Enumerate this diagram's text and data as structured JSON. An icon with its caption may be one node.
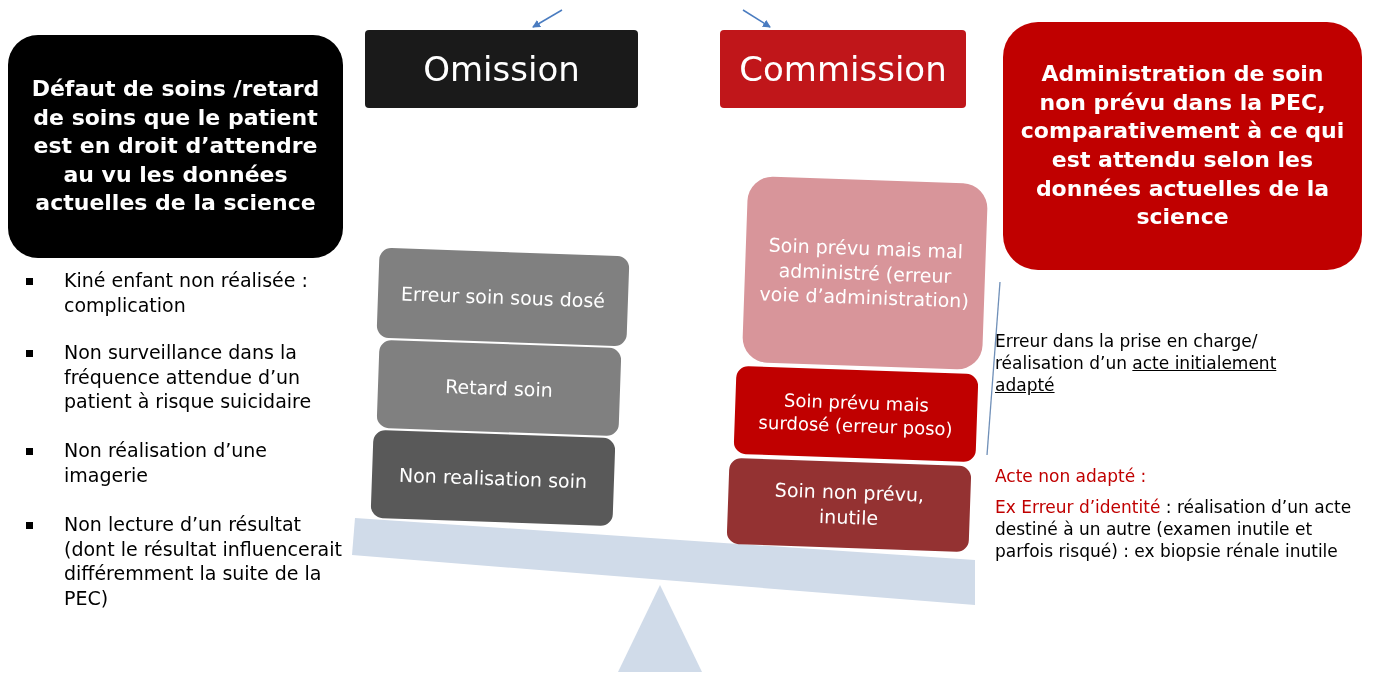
{
  "diagram": {
    "nodes": [
      {
        "text": [
          "Défaut de soins /retard de soins que le patient est en droit d’attendre au vu les données actuelles de la science"
        ]
      },
      {
        "text": [
          "Omission"
        ]
      },
      {
        "text": [
          "Commission"
        ]
      },
      {
        "text": [
          "Administration de soin non prévu dans la PEC, comparativement à ce qui est attendu selon les données actuelles de la science"
        ]
      },
      {
        "text": [
          "Erreur soin sous dosé"
        ]
      },
      {
        "text": [
          "Retard soin"
        ]
      },
      {
        "text": [
          "Non realisation soin"
        ]
      },
      {
        "text": [
          "Soin prévu mais mal administré (erreur voie d’administration)"
        ]
      },
      {
        "text": [
          "Soin prévu mais surdosé (erreur poso)"
        ]
      },
      {
        "text": [
          "Soin non prévu, inutile"
        ]
      }
    ],
    "edges": [
      {
        "from": null,
        "to": 1,
        "arrow": "to"
      },
      {
        "from": null,
        "to": 2,
        "arrow": "to"
      }
    ],
    "labels": [
      "Kiné enfant non réalisée : complication",
      "Non surveillance dans la fréquence attendue d’un patient à risque suicidaire",
      "Non réalisation d’une imagerie",
      "Non lecture d’un résultat (dont le résultat influencerait différemment la suite de la PEC)",
      "Erreur dans la prise en charge/ réalisation d’un",
      "acte initialement adapté",
      "Acte non adapté :",
      "Ex Erreur d’identité",
      ": réalisation d’un acte destiné à un autre (examen inutile et parfois risqué) : ex biopsie rénale inutile"
    ]
  }
}
